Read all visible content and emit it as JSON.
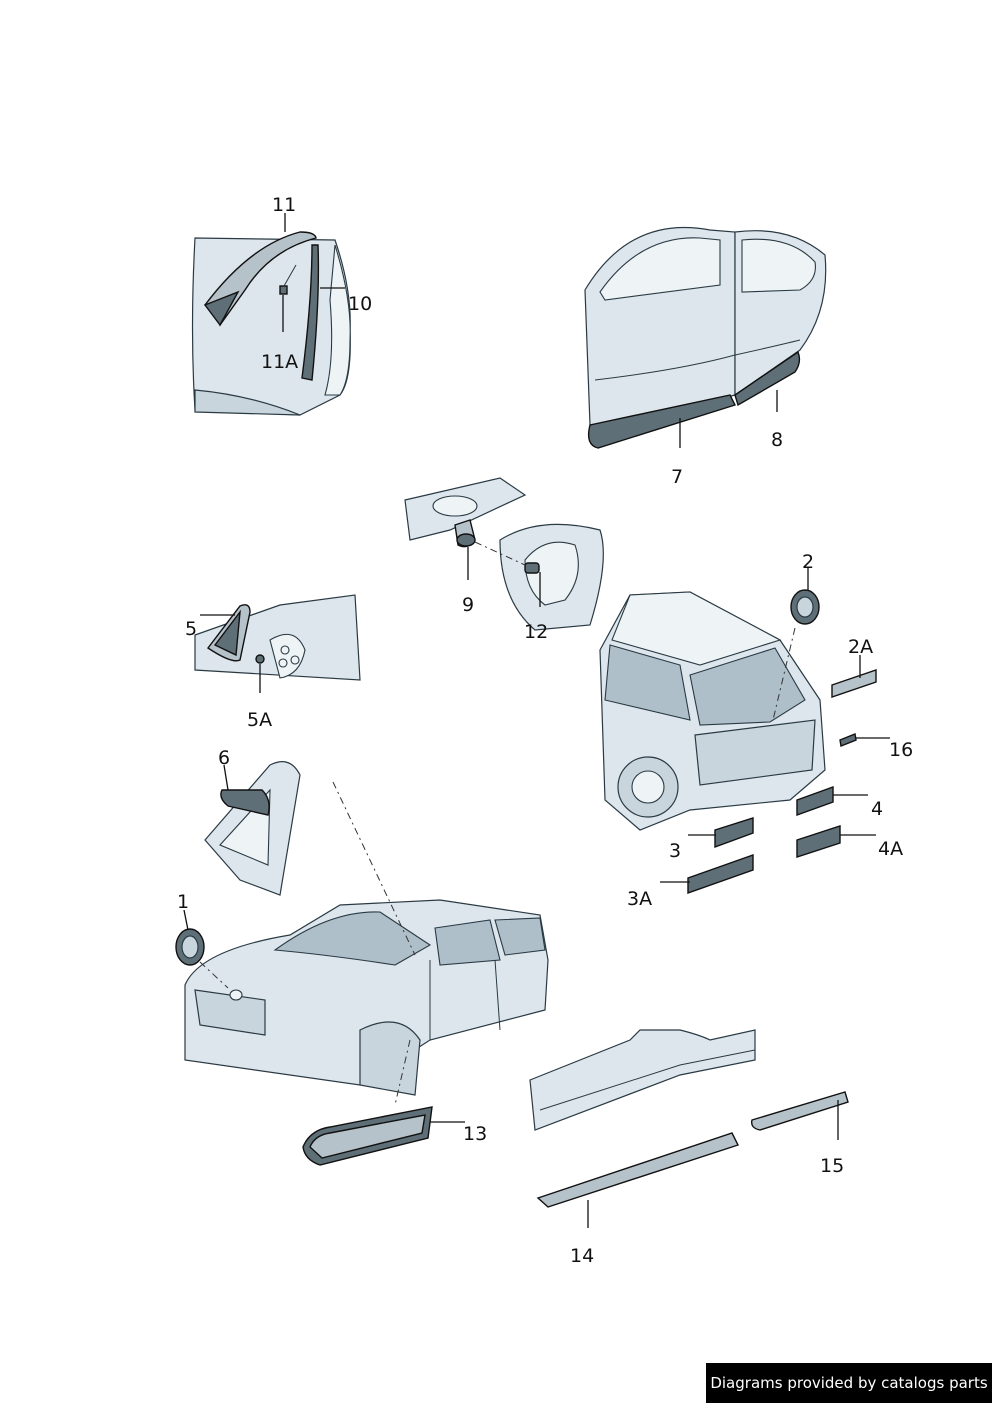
{
  "callouts": {
    "c1": "1",
    "c2": "2",
    "c2a": "2A",
    "c3": "3",
    "c3a": "3A",
    "c4": "4",
    "c4a": "4A",
    "c5": "5",
    "c5a": "5A",
    "c6": "6",
    "c7": "7",
    "c8": "8",
    "c9": "9",
    "c10": "10",
    "c11": "11",
    "c11a": "11A",
    "c12": "12",
    "c13": "13",
    "c14": "14",
    "c15": "15",
    "c16": "16"
  },
  "footer": {
    "text": "Diagrams provided by catalogs parts"
  }
}
